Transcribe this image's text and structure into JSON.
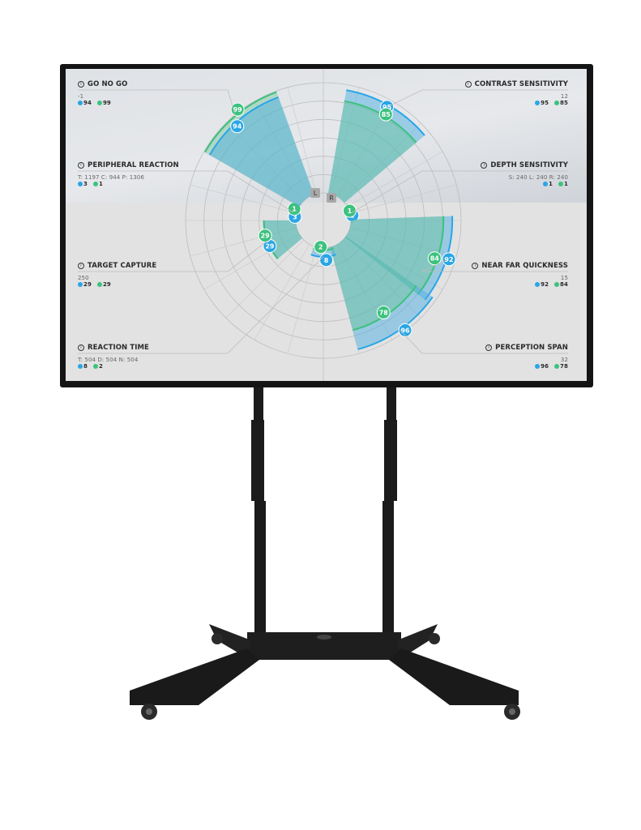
{
  "colors": {
    "blue": "#2aa6e6",
    "green": "#3cc27e",
    "blue_fill": "rgba(80,176,226,0.5)",
    "green_fill": "rgba(100,196,146,0.4)"
  },
  "metrics": [
    {
      "name": "GO NO GO",
      "detail": "-1",
      "blue": 94,
      "green": 99,
      "side": "left"
    },
    {
      "name": "PERIPHERAL REACTION",
      "detail": "T: 1197 C: 944 P: 1306",
      "blue": 3,
      "green": 1,
      "side": "left"
    },
    {
      "name": "TARGET CAPTURE",
      "detail": "250",
      "blue": 29,
      "green": 29,
      "side": "left"
    },
    {
      "name": "REACTION TIME",
      "detail": "T: 504 D: 504 N: 504",
      "blue": 8,
      "green": 2,
      "side": "left"
    },
    {
      "name": "CONTRAST SENSITIVITY",
      "detail": "12",
      "blue": 95,
      "green": 85,
      "side": "right"
    },
    {
      "name": "DEPTH SENSITIVITY",
      "detail": "S: 240 L: 240 R: 240",
      "blue": 1,
      "green": 1,
      "side": "right"
    },
    {
      "name": "NEAR FAR QUICKNESS",
      "detail": "15",
      "blue": 92,
      "green": 84,
      "side": "right"
    },
    {
      "name": "PERCEPTION SPAN",
      "detail": "32",
      "blue": 96,
      "green": 78,
      "side": "right"
    }
  ],
  "inner_tags": [
    "L",
    "R"
  ],
  "chart_data": {
    "type": "bar",
    "polar": true,
    "categories": [
      "CONTRAST SENSITIVITY",
      "DEPTH SENSITIVITY",
      "NEAR FAR QUICKNESS",
      "PERCEPTION SPAN",
      "REACTION TIME",
      "TARGET CAPTURE",
      "PERIPHERAL REACTION",
      "GO NO GO"
    ],
    "series": [
      {
        "color": "blue",
        "values": [
          95,
          1,
          92,
          96,
          8,
          29,
          3,
          94
        ]
      },
      {
        "color": "green",
        "values": [
          85,
          1,
          84,
          78,
          2,
          29,
          1,
          99
        ]
      }
    ],
    "ylim": [
      0,
      100
    ],
    "grid": true
  }
}
